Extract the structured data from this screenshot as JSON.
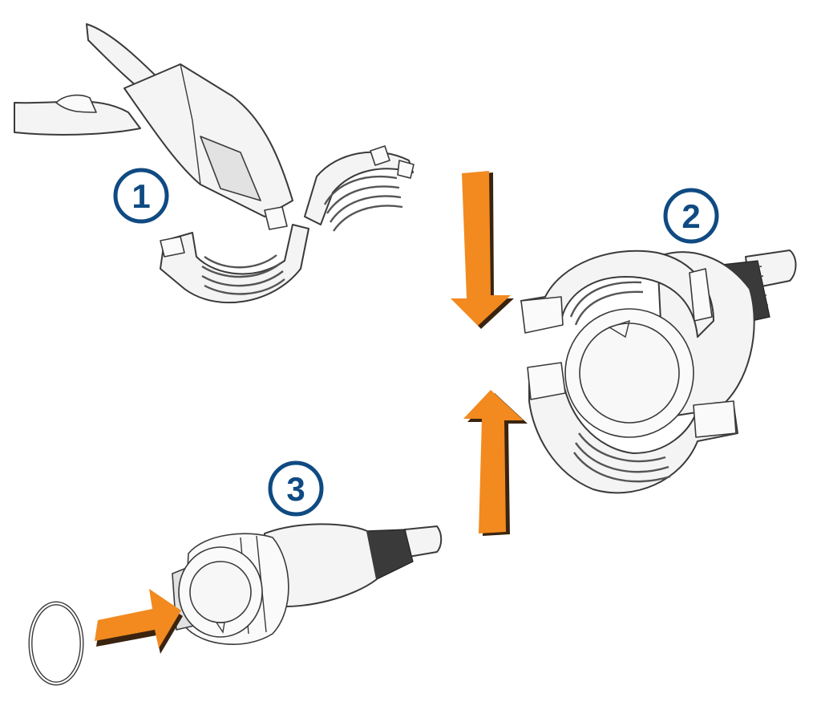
{
  "colors": {
    "arrow": "#f28a1f",
    "arrow_shadow": "#3a2410",
    "badge_ring": "#0f4a82",
    "badge_text": "#0f4a82",
    "part_stroke": "#3a3a3a",
    "part_fill": "#f4f4f4"
  },
  "steps": [
    {
      "label": "1"
    },
    {
      "label": "2"
    },
    {
      "label": "3"
    }
  ],
  "arrows": [
    {
      "direction": "down"
    },
    {
      "direction": "up"
    },
    {
      "direction": "right"
    }
  ]
}
